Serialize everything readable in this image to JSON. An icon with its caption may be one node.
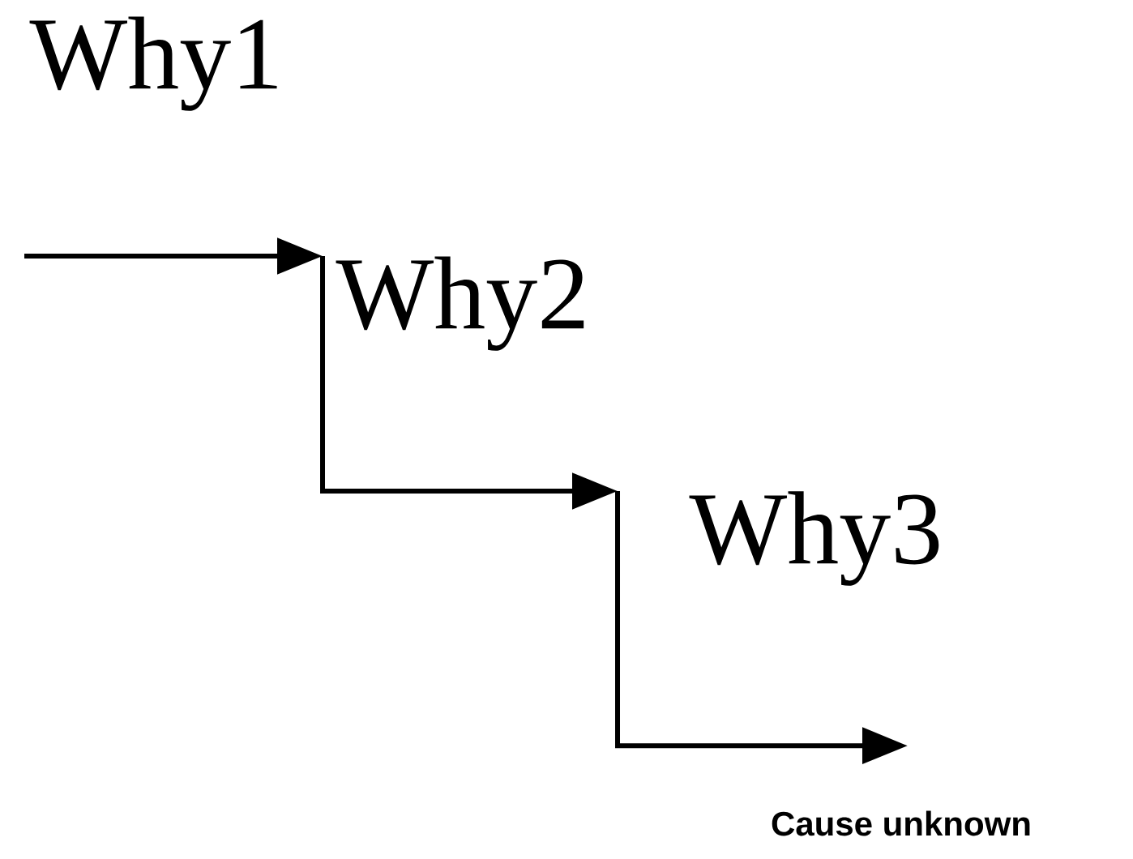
{
  "diagram": {
    "nodes": [
      {
        "text": [
          "Why2"
        ]
      },
      {
        "text": [
          "Why3"
        ]
      },
      {
        "text": [
          "Cause unknown"
        ]
      }
    ],
    "edges": [
      {
        "from": null,
        "to": 0,
        "arrow": "to"
      },
      {
        "from": 0,
        "to": 1,
        "arrow": "to"
      },
      {
        "from": 1,
        "to": 2,
        "arrow": "to"
      }
    ],
    "labels": [
      "Why1"
    ]
  }
}
